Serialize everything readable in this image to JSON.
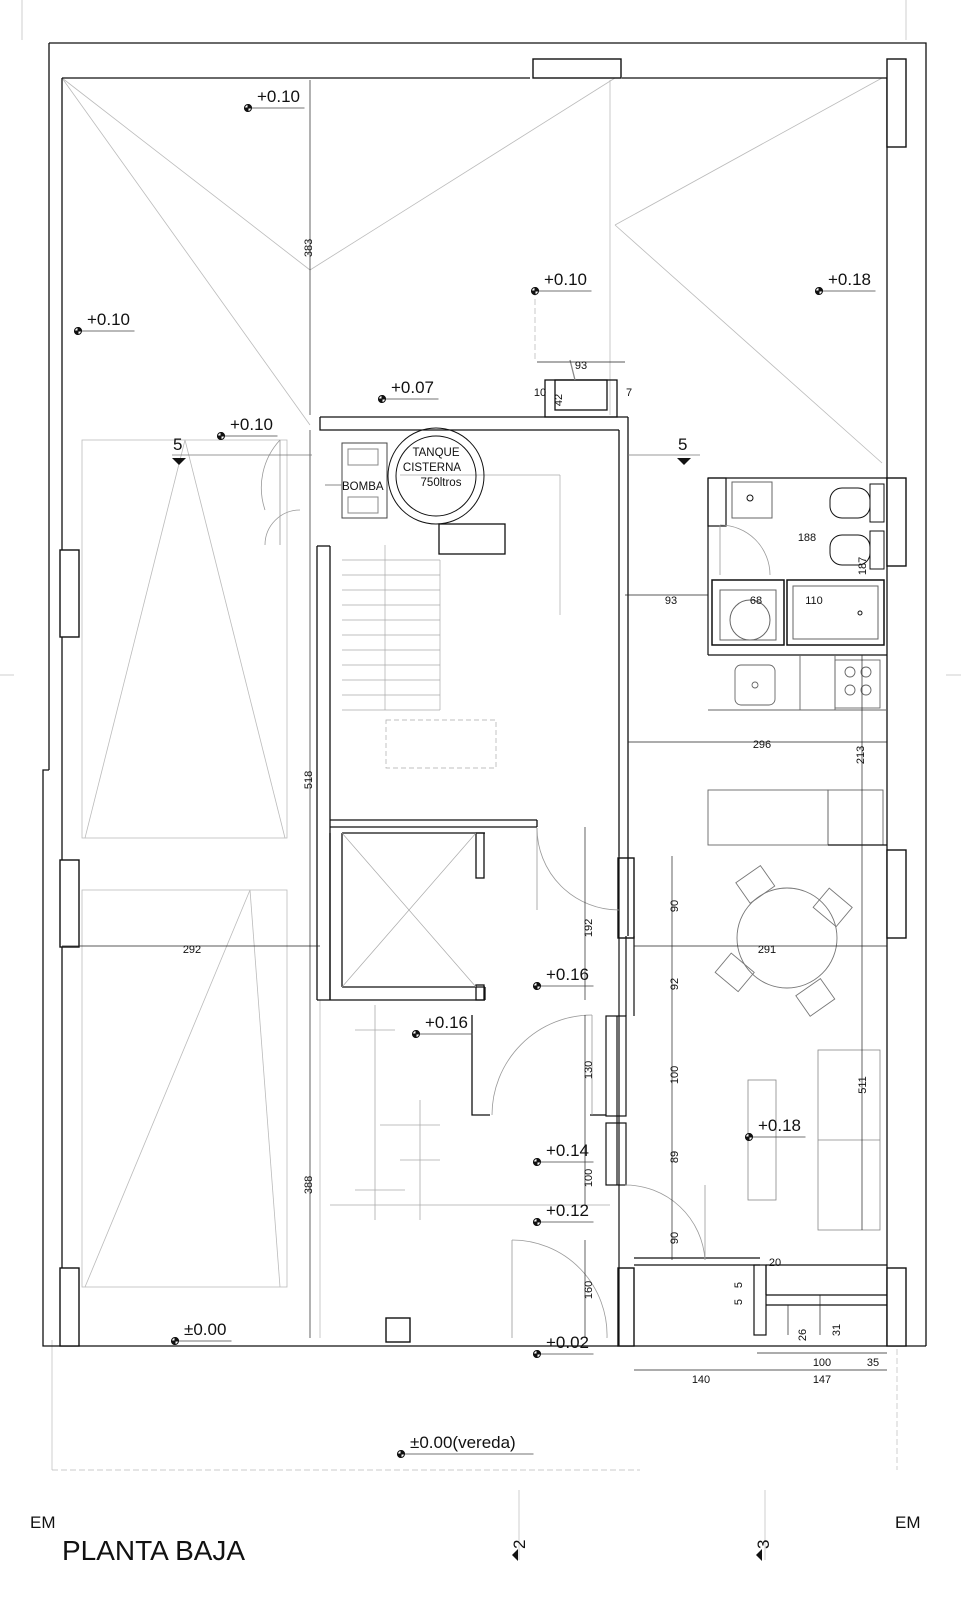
{
  "title": "PLANTA BAJA",
  "axis_marks": {
    "left": "EM",
    "right": "EM",
    "axis2": "2",
    "axis3": "3"
  },
  "section_marks": {
    "left": "5",
    "right": "5"
  },
  "rooms": {
    "tank_line1": "TANQUE",
    "tank_line2": "CISTERNA",
    "tank_line3": "750ltros",
    "pump": "BOMBA"
  },
  "levels": [
    {
      "id": "lvl-1",
      "text": "+0.10"
    },
    {
      "id": "lvl-2",
      "text": "+0.10"
    },
    {
      "id": "lvl-3",
      "text": "+0.18"
    },
    {
      "id": "lvl-4",
      "text": "+0.10"
    },
    {
      "id": "lvl-5",
      "text": "+0.07"
    },
    {
      "id": "lvl-6",
      "text": "+0.10"
    },
    {
      "id": "lvl-7",
      "text": "+0.16"
    },
    {
      "id": "lvl-8",
      "text": "+0.16"
    },
    {
      "id": "lvl-9",
      "text": "+0.18"
    },
    {
      "id": "lvl-10",
      "text": "+0.14"
    },
    {
      "id": "lvl-11",
      "text": "+0.12"
    },
    {
      "id": "lvl-12",
      "text": "±0.00"
    },
    {
      "id": "lvl-13",
      "text": "+0.02"
    },
    {
      "id": "lvl-14",
      "text": "±0.00(vereda)"
    }
  ],
  "dimensions": [
    {
      "id": "d-383",
      "text": "383"
    },
    {
      "id": "d-93a",
      "text": "93"
    },
    {
      "id": "d-10",
      "text": "10"
    },
    {
      "id": "d-42",
      "text": "42"
    },
    {
      "id": "d-7",
      "text": "7"
    },
    {
      "id": "d-188",
      "text": "188"
    },
    {
      "id": "d-187",
      "text": "187"
    },
    {
      "id": "d-93b",
      "text": "93"
    },
    {
      "id": "d-68",
      "text": "68"
    },
    {
      "id": "d-110",
      "text": "110"
    },
    {
      "id": "d-296",
      "text": "296"
    },
    {
      "id": "d-213",
      "text": "213"
    },
    {
      "id": "d-518",
      "text": "518"
    },
    {
      "id": "d-192",
      "text": "192"
    },
    {
      "id": "d-90a",
      "text": "90"
    },
    {
      "id": "d-292",
      "text": "292"
    },
    {
      "id": "d-291",
      "text": "291"
    },
    {
      "id": "d-92",
      "text": "92"
    },
    {
      "id": "d-130",
      "text": "130"
    },
    {
      "id": "d-100a",
      "text": "100"
    },
    {
      "id": "d-511",
      "text": "511"
    },
    {
      "id": "d-89",
      "text": "89"
    },
    {
      "id": "d-100b",
      "text": "100"
    },
    {
      "id": "d-388",
      "text": "388"
    },
    {
      "id": "d-90b",
      "text": "90"
    },
    {
      "id": "d-20",
      "text": "20"
    },
    {
      "id": "d-160",
      "text": "160"
    },
    {
      "id": "d-5a",
      "text": "5"
    },
    {
      "id": "d-5b",
      "text": "5"
    },
    {
      "id": "d-26",
      "text": "26"
    },
    {
      "id": "d-31",
      "text": "31"
    },
    {
      "id": "d-100c",
      "text": "100"
    },
    {
      "id": "d-35",
      "text": "35"
    },
    {
      "id": "d-140",
      "text": "140"
    },
    {
      "id": "d-147",
      "text": "147"
    }
  ]
}
